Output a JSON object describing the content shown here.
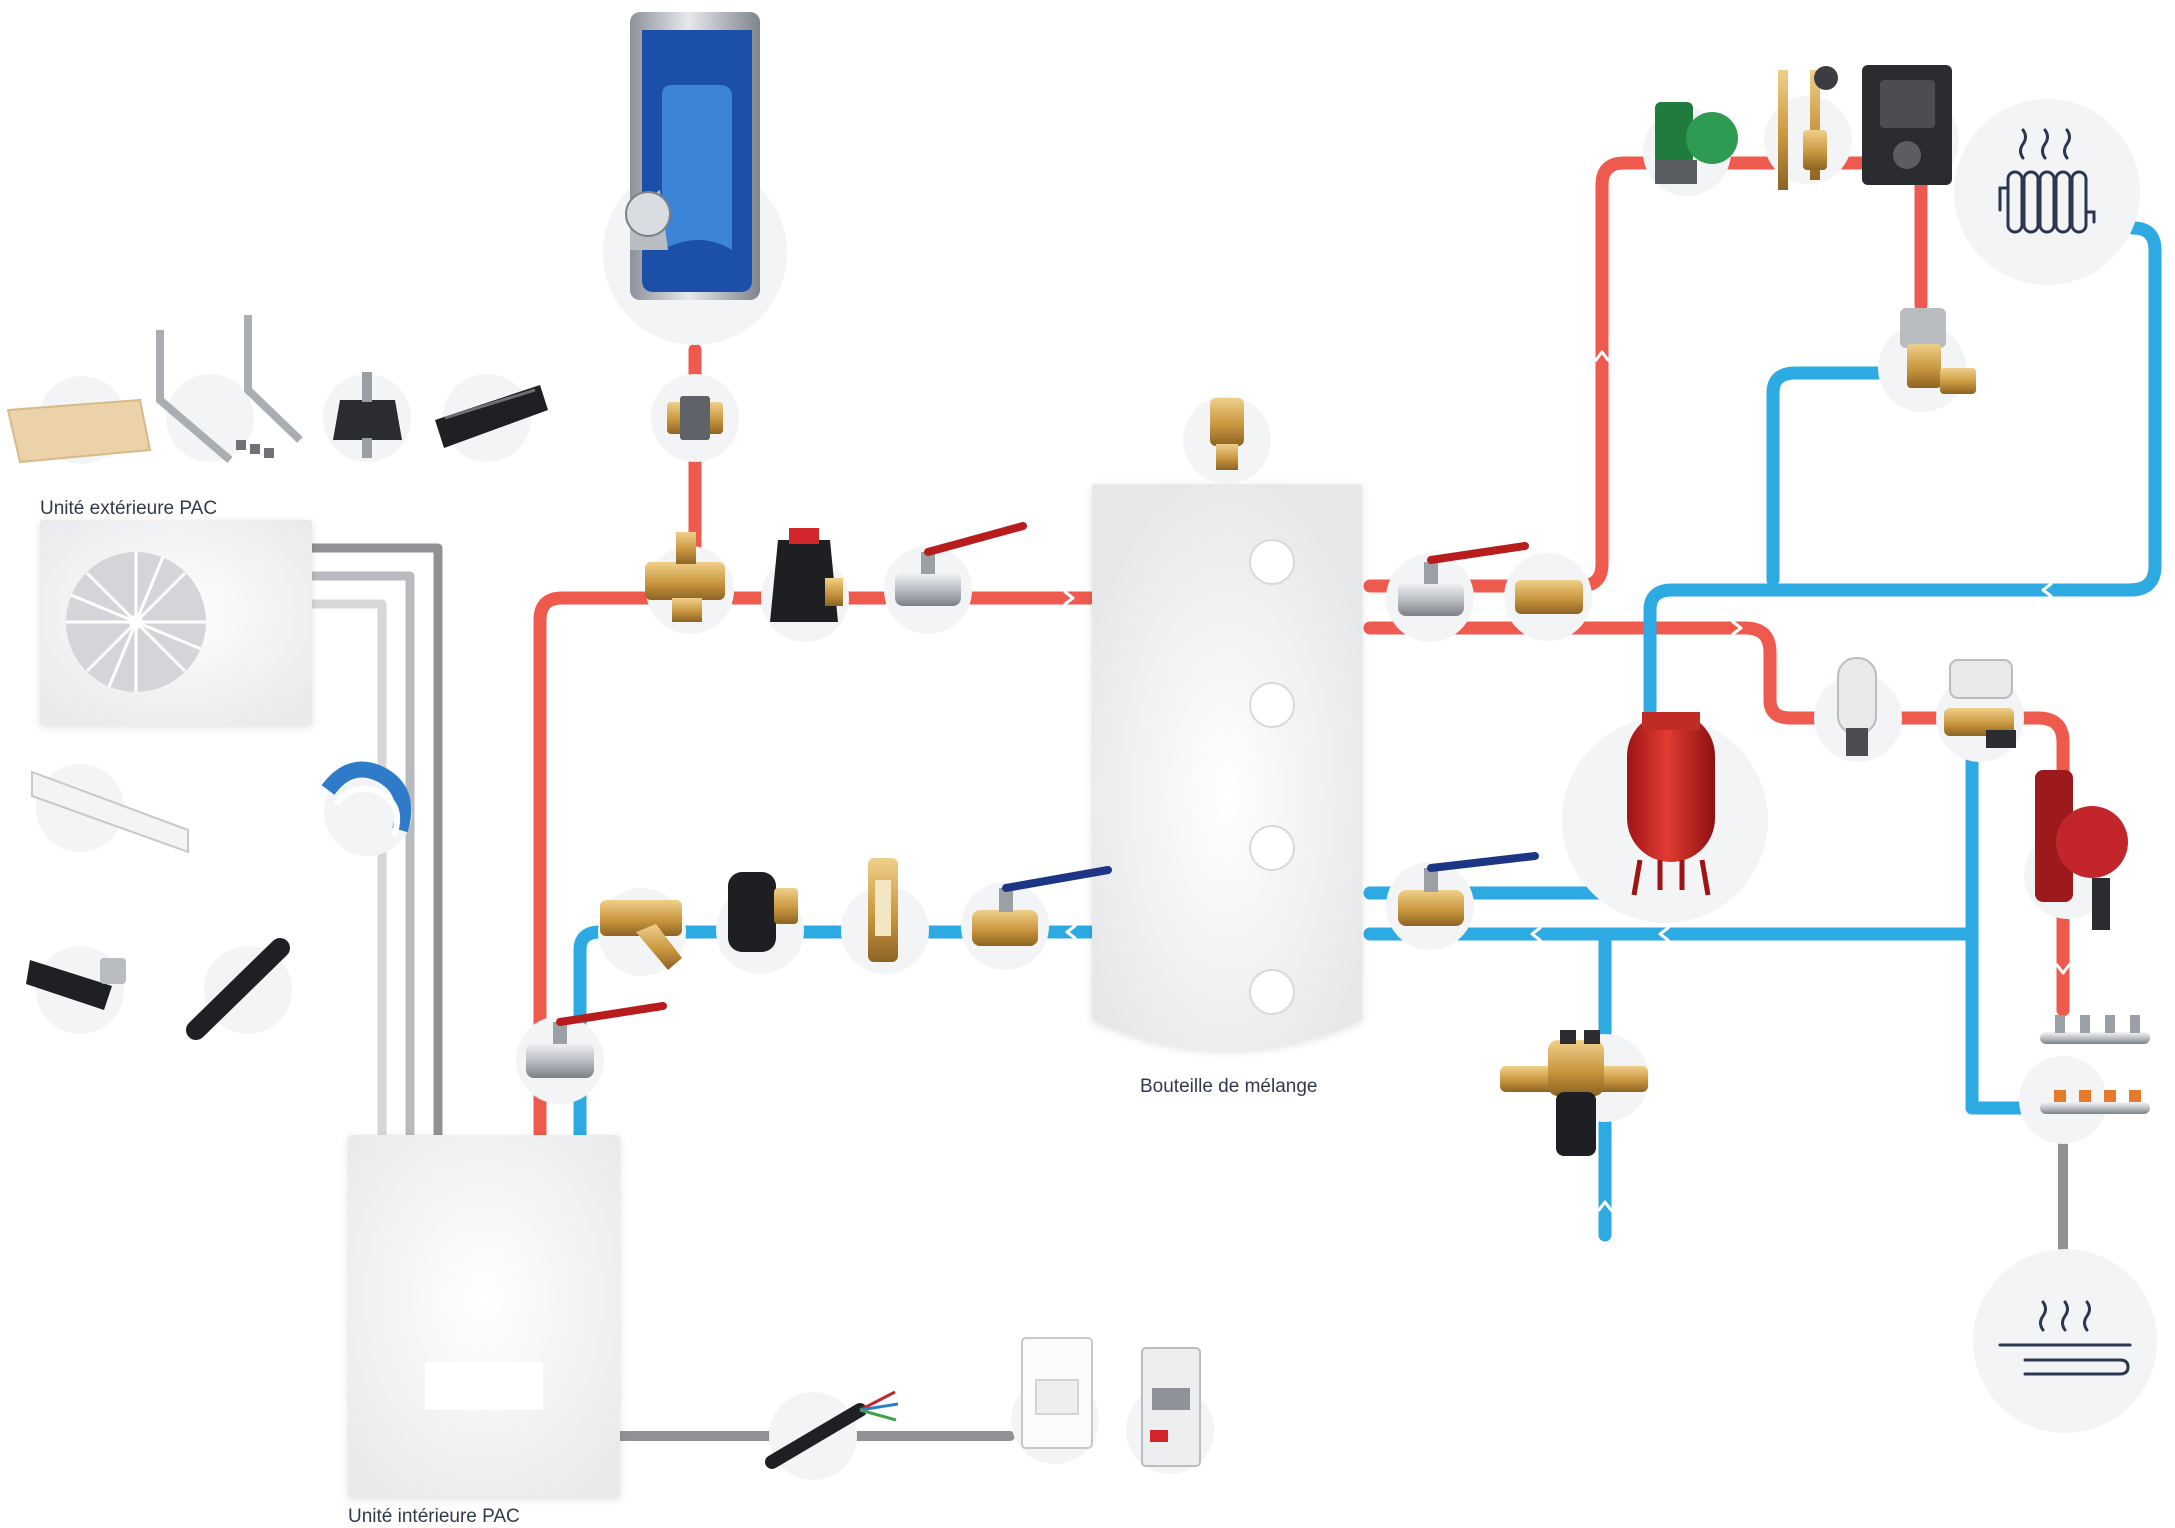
{
  "labels": {
    "outdoor_unit": "Unité extérieure PAC",
    "mixing_bottle": "Bouteille de mélange",
    "indoor_unit": "Unité intérieure PAC"
  },
  "colors": {
    "hot_pipe": "#ef5a4f",
    "cold_pipe": "#2eaae3",
    "electric_cable": "#8f9194",
    "refrigerant_pipe": "#c7c8ca",
    "background": "#ffffff",
    "icon_stroke": "#2b3750"
  },
  "icons": {
    "radiator": "radiator-icon",
    "underfloor_heating": "underfloor-heating-icon",
    "fan": "fan-icon"
  }
}
